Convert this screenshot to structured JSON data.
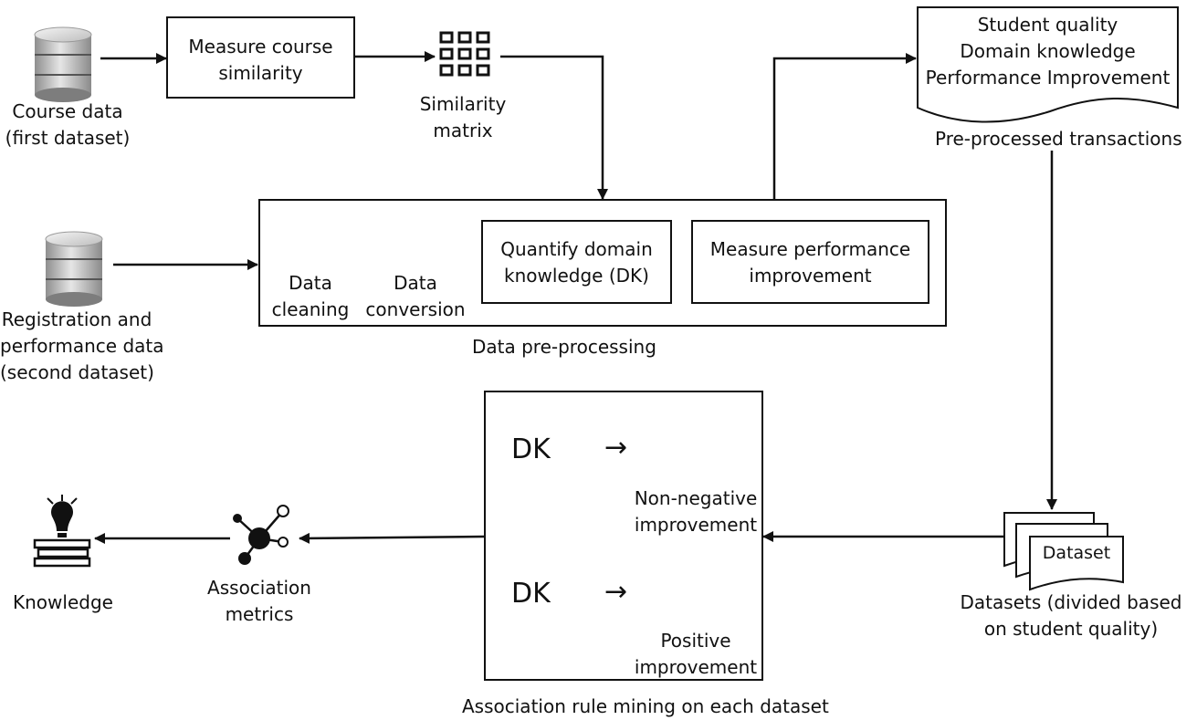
{
  "course_data": {
    "line1": "Course data",
    "line2": "(first dataset)"
  },
  "measure_similarity": {
    "line1": "Measure course",
    "line2": "similarity"
  },
  "similarity_matrix": {
    "line1": "Similarity",
    "line2": "matrix"
  },
  "transactions": {
    "line1": "Student quality",
    "line2": "Domain knowledge",
    "line3": "Performance Improvement",
    "caption": "Pre-processed transactions"
  },
  "registration_data": {
    "line1": "Registration and",
    "line2": "performance data",
    "line3": "(second dataset)"
  },
  "preprocessing": {
    "cleaning": {
      "line1": "Data",
      "line2": "cleaning"
    },
    "conversion": {
      "line1": "Data",
      "line2": "conversion"
    },
    "quantify": {
      "line1": "Quantify domain",
      "line2": "knowledge (DK)"
    },
    "measure_perf": {
      "line1": "Measure performance",
      "line2": "improvement"
    },
    "caption": "Data pre-processing"
  },
  "mining": {
    "rule1": {
      "dk": "DK",
      "arrow": "→",
      "line1": "Non-negative",
      "line2": "improvement"
    },
    "rule2": {
      "dk": "DK",
      "arrow": "→",
      "line1": "Positive",
      "line2": "improvement"
    },
    "caption": "Association rule mining on each dataset"
  },
  "datasets": {
    "doc_label": "Dataset",
    "line1": "Datasets (divided based",
    "line2": "on student quality)"
  },
  "metrics": {
    "line1": "Association",
    "line2": "metrics"
  },
  "knowledge": {
    "label": "Knowledge"
  },
  "icons": {
    "database": "database-icon",
    "grid": "grid-matrix-icon",
    "broom": "broom-icon",
    "refresh": "refresh-icon",
    "no_negative": "no-negative-icon",
    "plus_circle": "plus-circle-icon",
    "stacked_docs": "stacked-documents-icon",
    "network": "network-icon",
    "idea": "lightbulb-books-icon"
  }
}
